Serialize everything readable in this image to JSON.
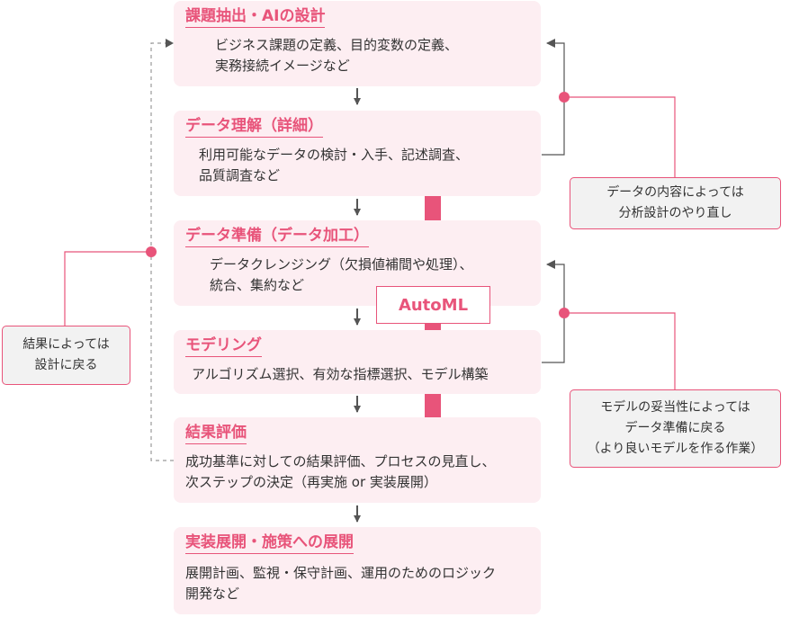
{
  "steps": [
    {
      "title": "課題抽出・AIの設計",
      "lines": [
        "ビジネス課題の定義、目的変数の定義、",
        "実務接続イメージなど"
      ]
    },
    {
      "title": "データ理解（詳細）",
      "lines": [
        "利用可能なデータの検討・入手、記述調査、",
        "品質調査など"
      ]
    },
    {
      "title": "データ準備（データ加工）",
      "lines": [
        "データクレンジング（欠損値補間や処理）、",
        "統合、集約など"
      ]
    },
    {
      "title": "モデリング",
      "lines": [
        "アルゴリズム選択、有効な指標選択、モデル構築"
      ]
    },
    {
      "title": "結果評価",
      "lines": [
        "成功基準に対しての結果評価、プロセスの見直し、",
        "次ステップの決定（再実施 or 実装展開）"
      ]
    },
    {
      "title": "実装展開・施策への展開",
      "lines": [
        "展開計画、監視・保守計画、運用のためのロジック",
        "開発など"
      ]
    }
  ],
  "notes": {
    "analysis_redo": [
      "データの内容によっては",
      "分析設計のやり直し"
    ],
    "model_validity": [
      "モデルの妥当性によっては",
      "データ準備に戻る",
      "（より良いモデルを作る作業）"
    ],
    "result_back": [
      "結果によっては",
      "設計に戻る"
    ]
  },
  "automl_label": "AutoML",
  "colors": {
    "accent": "#e8547a",
    "box_bg": "#fdeef2",
    "note_bg": "#f2f2f2",
    "arrow_gray": "#555555",
    "dashed_gray": "#999999"
  }
}
